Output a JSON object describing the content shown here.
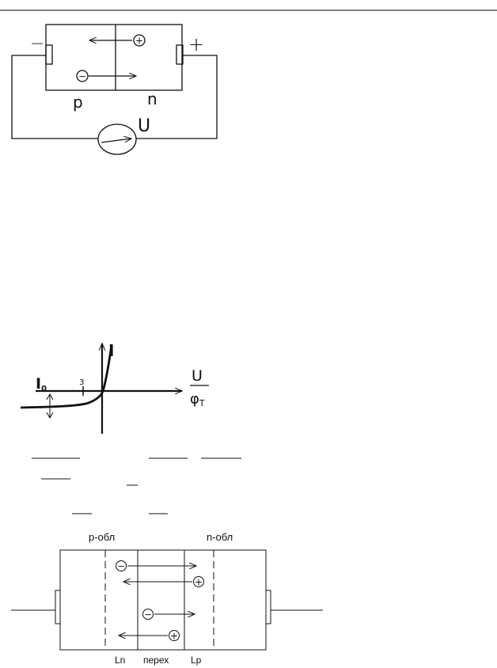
{
  "fig1": {
    "minus": "−",
    "plus": "+",
    "p_label": "p",
    "n_label": "n",
    "voltage": "U",
    "hole_symbol": "+",
    "electron_symbol": "−"
  },
  "fig2": {
    "y_axis": "I",
    "x_num": "U",
    "x_den": "φ",
    "x_den_sub": "T",
    "tick": "3",
    "i0": "I",
    "i0_sub": "0"
  },
  "fig3": {
    "p_region": "p-обл",
    "n_region": "n-обл",
    "ln": "Ln",
    "junction": "перех",
    "lp": "Lp",
    "hole_symbol": "+",
    "electron_symbol": "−"
  },
  "colors": {
    "ink": "#111111",
    "rule": "#000000",
    "bg": "#ffffff"
  }
}
